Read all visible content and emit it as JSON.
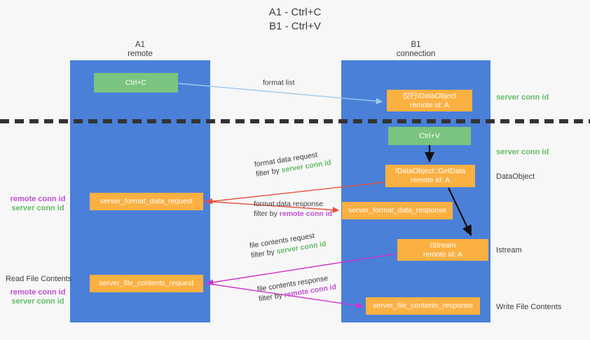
{
  "title": {
    "line1": "A1 - Ctrl+C",
    "line2": "B1 - Ctrl+V"
  },
  "columns": {
    "left": {
      "name": "A1",
      "sub": "remote"
    },
    "right": {
      "name": "B1",
      "sub": "connection"
    }
  },
  "nodes": {
    "ctrl_c": {
      "label": "Ctrl+C",
      "color": "#7ac47f"
    },
    "idataobject": {
      "line1": "仅行IDataObject",
      "line2": "remote id: A",
      "color": "#fbb042"
    },
    "ctrl_v": {
      "label": "Ctrl+V",
      "color": "#7ac47f"
    },
    "getdata": {
      "line1": "IDataObject::GetData",
      "line2": "remote id: A",
      "color": "#fbb042"
    },
    "server_format_data_request": {
      "label": "server_format_data_request",
      "color": "#fbb042"
    },
    "server_format_data_response": {
      "label": "server_format_data_response",
      "color": "#fbb042"
    },
    "istream": {
      "line1": "IStream",
      "line2": "remote id: A",
      "color": "#fbb042"
    },
    "server_file_contents_request": {
      "label": "server_file_contents_request",
      "color": "#fbb042"
    },
    "server_file_contents_response": {
      "label": "server_file_contents_response",
      "color": "#fbb042"
    }
  },
  "edges": {
    "format_list": {
      "label": "format list"
    },
    "format_data_request": {
      "label": "format data request",
      "filter_prefix": "filter by ",
      "filter_key": "server conn id"
    },
    "format_data_response": {
      "label": "format data response",
      "filter_prefix": "filter by ",
      "filter_key": "remote conn id"
    },
    "file_contents_request": {
      "label": "file contents request",
      "filter_prefix": "filter by ",
      "filter_key": "server conn id"
    },
    "file_contents_response": {
      "label": "file contents response",
      "filter_prefix": "filter by ",
      "filter_key": "remote conn id"
    }
  },
  "annotations": {
    "server_conn_id_top": "server conn id",
    "server_conn_id_mid": "server conn id",
    "dataobject": "DataObject",
    "istream": "Istream",
    "write_file_contents": "Write File Contents",
    "read_file_contents": "Read File Contents",
    "remote_conn_id_a": "remote conn id",
    "server_conn_id_a": "server conn id",
    "remote_conn_id_b": "remote conn id",
    "server_conn_id_b": "server conn id"
  },
  "colors": {
    "lane": "#4a80d8",
    "green_box": "#7ac47f",
    "orange_box": "#fbb042",
    "green_text": "#63bc6a",
    "purple_text": "#c04fd0",
    "red_arrow": "#e8503a",
    "magenta_arrow": "#cc33cc",
    "blue_arrow": "#9ec9ef",
    "dark_arrow": "#111111",
    "background": "#f7f7f7"
  }
}
